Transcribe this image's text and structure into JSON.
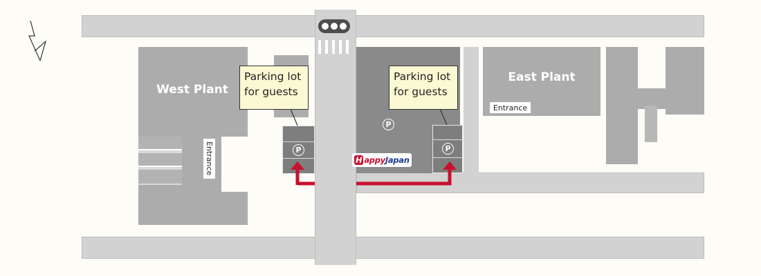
{
  "map": {
    "buildings": {
      "west": "West Plant",
      "east": "East Plant"
    },
    "entrances": {
      "west": "Entrance",
      "east": "Entrance"
    },
    "callouts": {
      "left": "Parking lot\nfor guests",
      "right": "Parking lot\nfor guests"
    },
    "parking_symbol": "P",
    "logo": {
      "initial": "H",
      "text": "appy",
      "text2": "Japan"
    },
    "colors": {
      "background": "#fdfcf6",
      "road": "#d2d2d2",
      "building": "#acacac",
      "parking": "#7e7e7e",
      "route": "#c8102e",
      "callout": "#fbf9d3",
      "logo_red": "#c8102e",
      "logo_blue": "#1d3b8f"
    },
    "icons": [
      "north-arrow-icon",
      "traffic-light-icon",
      "crosswalk-icon",
      "route-arrow-icon",
      "parking-icon"
    ]
  }
}
